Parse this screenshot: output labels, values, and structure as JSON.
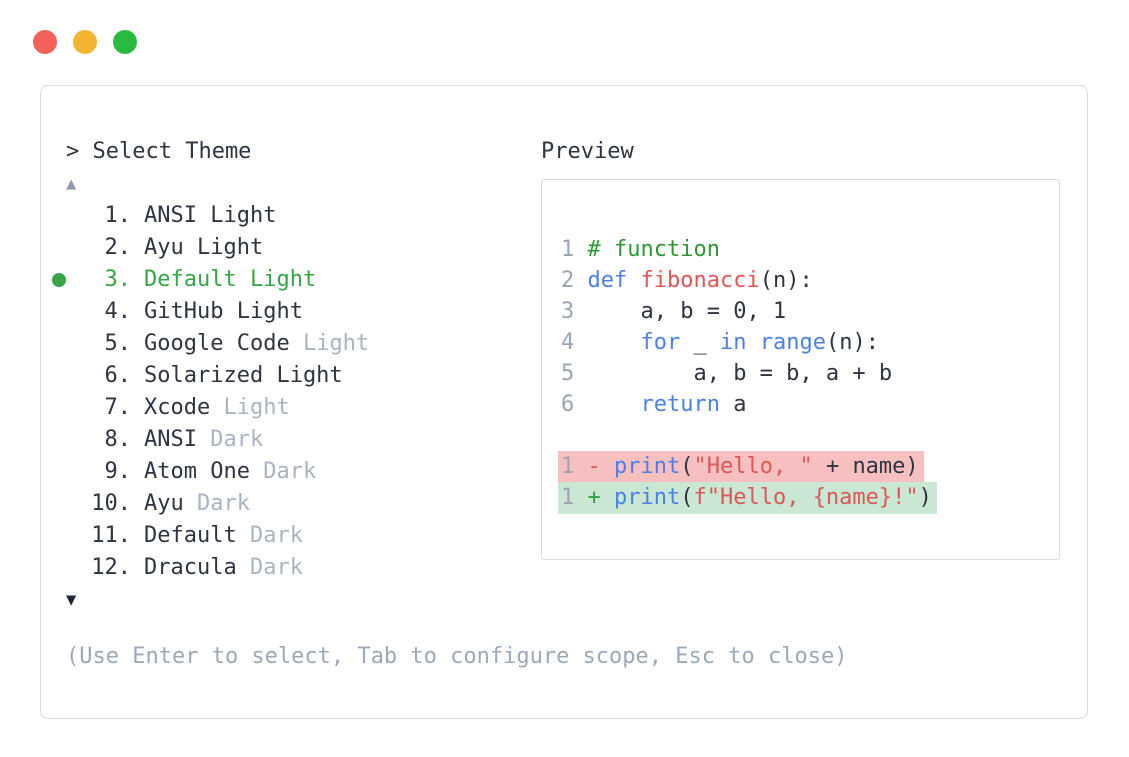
{
  "colors": {
    "traffic_red": "#f4605a",
    "traffic_yellow": "#f3b52f",
    "traffic_green": "#2bba40",
    "border": "#d6dbe4",
    "text_dark": "#2e3440",
    "text_muted": "#a9b3c2",
    "accent_green": "#35a746",
    "keyword_blue": "#4d80e6",
    "literal_red": "#e05656",
    "comment_green": "#2d9732",
    "line_number": "#9aa4b2",
    "diff_del_fg": "#e05656",
    "diff_add_fg": "#2ea043",
    "diff_del_bg": "#f7c0c0",
    "diff_add_bg": "#c9e7d3",
    "arrow_up": "#8e9bb0",
    "arrow_down": "#1f2531",
    "help_text": "#9da8b8"
  },
  "window": {
    "controls": [
      "close",
      "minimize",
      "zoom"
    ]
  },
  "selector": {
    "prompt": "> Select Theme",
    "scroll_up_symbol": "▲",
    "scroll_down_symbol": "▼",
    "items": [
      {
        "number": "1.",
        "name": "ANSI Light",
        "suffix": "",
        "selected": false
      },
      {
        "number": "2.",
        "name": "Ayu Light",
        "suffix": "",
        "selected": false
      },
      {
        "number": "3.",
        "name": "Default Light",
        "suffix": "",
        "selected": true
      },
      {
        "number": "4.",
        "name": "GitHub Light",
        "suffix": "",
        "selected": false
      },
      {
        "number": "5.",
        "name": "Google Code",
        "suffix": " Light",
        "selected": false
      },
      {
        "number": "6.",
        "name": "Solarized Light",
        "suffix": "",
        "selected": false
      },
      {
        "number": "7.",
        "name": "Xcode",
        "suffix": " Light",
        "selected": false
      },
      {
        "number": "8.",
        "name": "ANSI",
        "suffix": " Dark",
        "selected": false
      },
      {
        "number": "9.",
        "name": "Atom One",
        "suffix": " Dark",
        "selected": false
      },
      {
        "number": "10.",
        "name": "Ayu",
        "suffix": " Dark",
        "selected": false
      },
      {
        "number": "11.",
        "name": "Default",
        "suffix": " Dark",
        "selected": false
      },
      {
        "number": "12.",
        "name": "Dracula",
        "suffix": " Dark",
        "selected": false
      }
    ],
    "help": "(Use Enter to select, Tab to configure scope, Esc to close)"
  },
  "preview": {
    "label": "Preview",
    "lines": [
      {
        "type": "code",
        "tokens": [
          {
            "t": "1 ",
            "c": "ln"
          },
          {
            "t": "# function",
            "c": "com"
          }
        ]
      },
      {
        "type": "code",
        "tokens": [
          {
            "t": "2 ",
            "c": "ln"
          },
          {
            "t": "def",
            "c": "kw"
          },
          {
            "t": " ",
            "c": "pl"
          },
          {
            "t": "fibonacci",
            "c": "fn"
          },
          {
            "t": "(n):",
            "c": "pl"
          }
        ]
      },
      {
        "type": "code",
        "tokens": [
          {
            "t": "3 ",
            "c": "ln"
          },
          {
            "t": "    a, b = 0, 1",
            "c": "pl"
          }
        ]
      },
      {
        "type": "code",
        "tokens": [
          {
            "t": "4 ",
            "c": "ln"
          },
          {
            "t": "    ",
            "c": "pl"
          },
          {
            "t": "for",
            "c": "kw"
          },
          {
            "t": " _ ",
            "c": "pl"
          },
          {
            "t": "in",
            "c": "kw"
          },
          {
            "t": " ",
            "c": "pl"
          },
          {
            "t": "range",
            "c": "kw"
          },
          {
            "t": "(n):",
            "c": "pl"
          }
        ]
      },
      {
        "type": "code",
        "tokens": [
          {
            "t": "5 ",
            "c": "ln"
          },
          {
            "t": "        a, b = b, a + b",
            "c": "pl"
          }
        ]
      },
      {
        "type": "code",
        "tokens": [
          {
            "t": "6 ",
            "c": "ln"
          },
          {
            "t": "    ",
            "c": "pl"
          },
          {
            "t": "return",
            "c": "kw"
          },
          {
            "t": " a",
            "c": "pl"
          }
        ]
      },
      {
        "type": "blank"
      },
      {
        "type": "del",
        "tokens": [
          {
            "t": "1 ",
            "c": "ln"
          },
          {
            "t": "- ",
            "c": "del"
          },
          {
            "t": "print",
            "c": "kw"
          },
          {
            "t": "(",
            "c": "pl"
          },
          {
            "t": "\"Hello, \"",
            "c": "str"
          },
          {
            "t": " + name)",
            "c": "pl"
          }
        ]
      },
      {
        "type": "add",
        "tokens": [
          {
            "t": "1 ",
            "c": "ln"
          },
          {
            "t": "+ ",
            "c": "add"
          },
          {
            "t": "print",
            "c": "kw"
          },
          {
            "t": "(",
            "c": "pl"
          },
          {
            "t": "f\"Hello, {name}!\"",
            "c": "str"
          },
          {
            "t": ")",
            "c": "pl"
          }
        ]
      }
    ]
  }
}
